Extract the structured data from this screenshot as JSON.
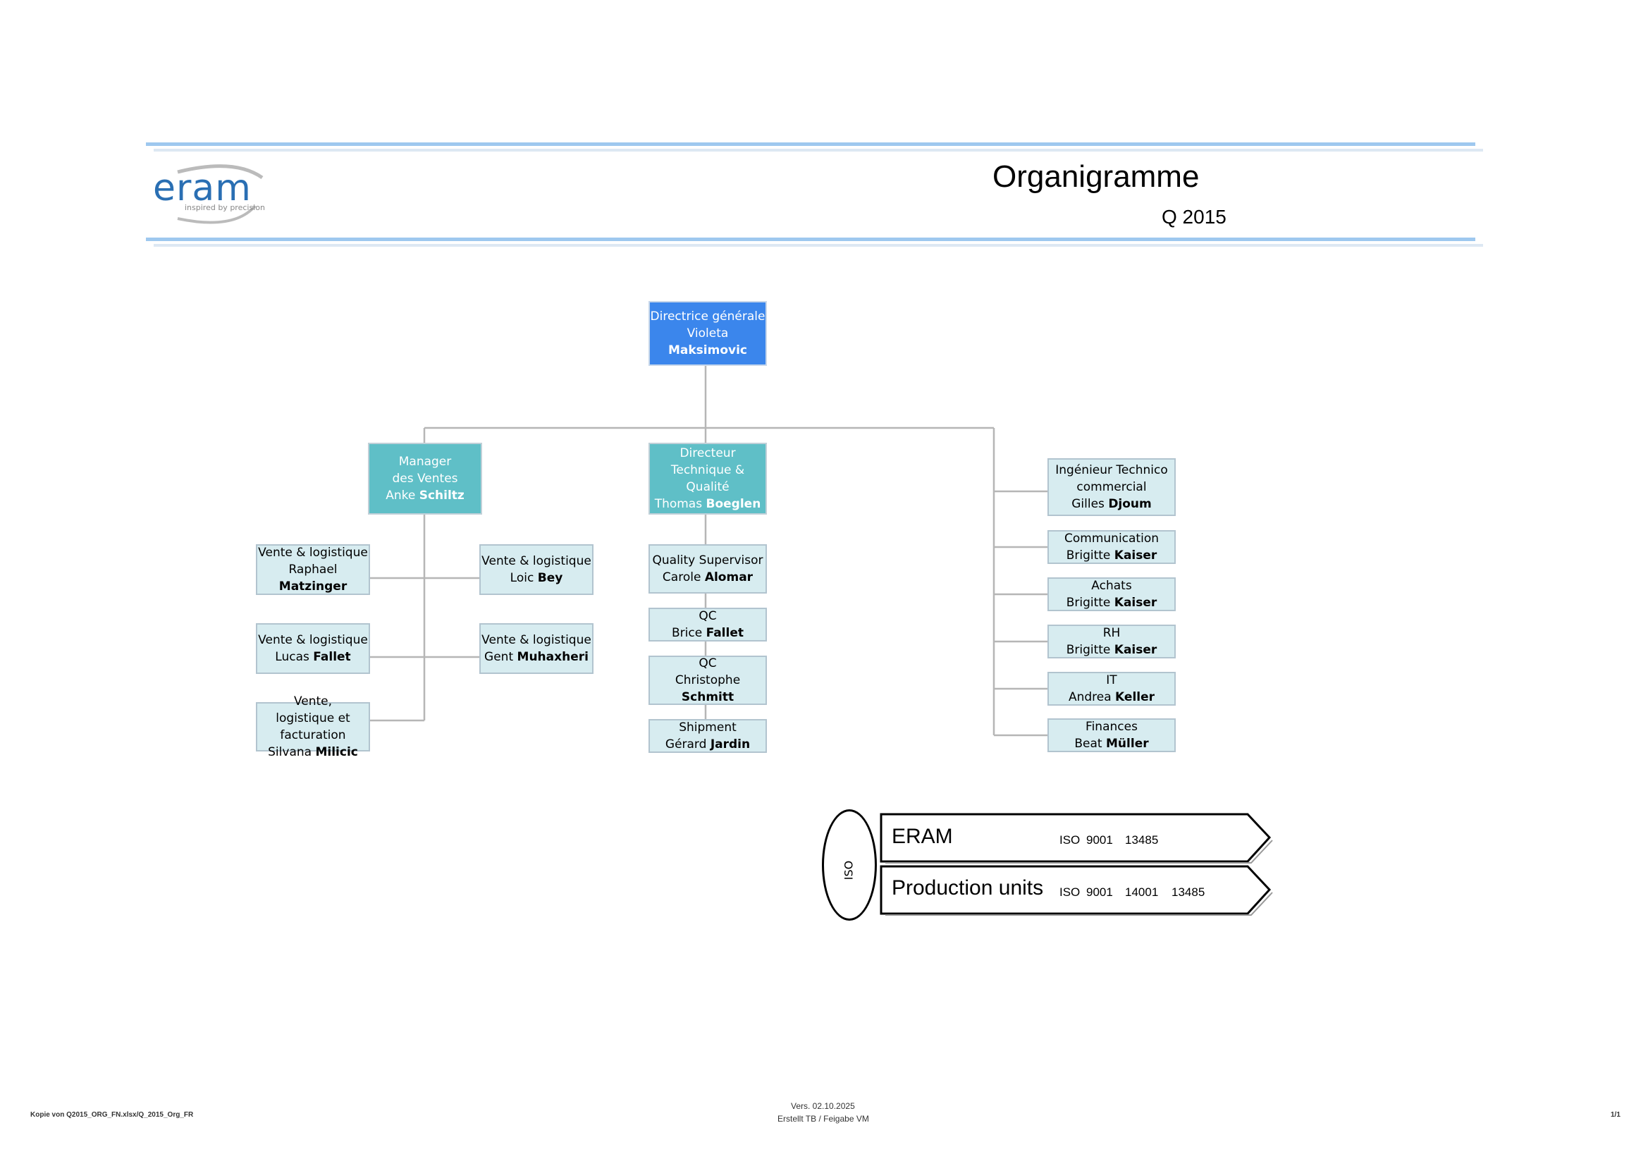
{
  "header": {
    "logo_text": "eram",
    "logo_tagline": "inspired by precision",
    "title": "Organigramme",
    "subtitle": "Q 2015"
  },
  "colors": {
    "ceo_fill": "#3b86ec",
    "manager_fill": "#5fbfc7",
    "employee_fill": "#d7ecf0",
    "header_rule": "#9ec8ef"
  },
  "org": {
    "ceo": {
      "role": "Directrice générale",
      "first": "Violeta",
      "last": "Maksimovic"
    },
    "sales_manager": {
      "role": "Manager des Ventes",
      "first": "Anke",
      "last": "Schiltz"
    },
    "tech_director": {
      "role": "Directeur Technique & Qualité",
      "first": "Thomas",
      "last": "Boeglen"
    },
    "sales_team": [
      {
        "role": "Vente & logistique",
        "first": "Raphael",
        "last": "Matzinger"
      },
      {
        "role": "Vente & logistique",
        "first": "Loic",
        "last": "Bey"
      },
      {
        "role": "Vente & logistique",
        "first": "Lucas",
        "last": "Fallet"
      },
      {
        "role": "Vente & logistique",
        "first": "Gent",
        "last": "Muhaxheri"
      },
      {
        "role": "Vente, logistique et facturation",
        "first": "Silvana",
        "last": "Milicic"
      }
    ],
    "tech_team": [
      {
        "role": "Quality Supervisor",
        "first": "Carole",
        "last": "Alomar"
      },
      {
        "role": "QC",
        "first": "Brice",
        "last": "Fallet"
      },
      {
        "role": "QC",
        "first": "Christophe",
        "last": "Schmitt"
      },
      {
        "role": "Shipment",
        "first": "Gérard",
        "last": "Jardin"
      }
    ],
    "staff": [
      {
        "role": "Ingénieur Technico commercial",
        "first": "Gilles",
        "last": "Djoum"
      },
      {
        "role": "Communication",
        "first": "Brigitte",
        "last": "Kaiser"
      },
      {
        "role": "Achats",
        "first": "Brigitte",
        "last": "Kaiser"
      },
      {
        "role": "RH",
        "first": "Brigitte",
        "last": "Kaiser"
      },
      {
        "role": "IT",
        "first": "Andrea",
        "last": "Keller"
      },
      {
        "role": "Finances",
        "first": "Beat",
        "last": "Müller"
      }
    ]
  },
  "iso": {
    "label": "ISO",
    "rows": [
      {
        "name": "ERAM",
        "iso": "ISO",
        "standards": [
          "9001",
          "13485"
        ]
      },
      {
        "name": "Production units",
        "iso": "ISO",
        "standards": [
          "9001",
          "14001",
          "13485"
        ]
      }
    ]
  },
  "footer": {
    "file": "Kopie von Q2015_ORG_FN.xlsx/Q_2015_Org_FR",
    "version": "Vers. 02.10.2025",
    "created": "Erstellt TB / Feigabe VM",
    "page": "1/1"
  }
}
